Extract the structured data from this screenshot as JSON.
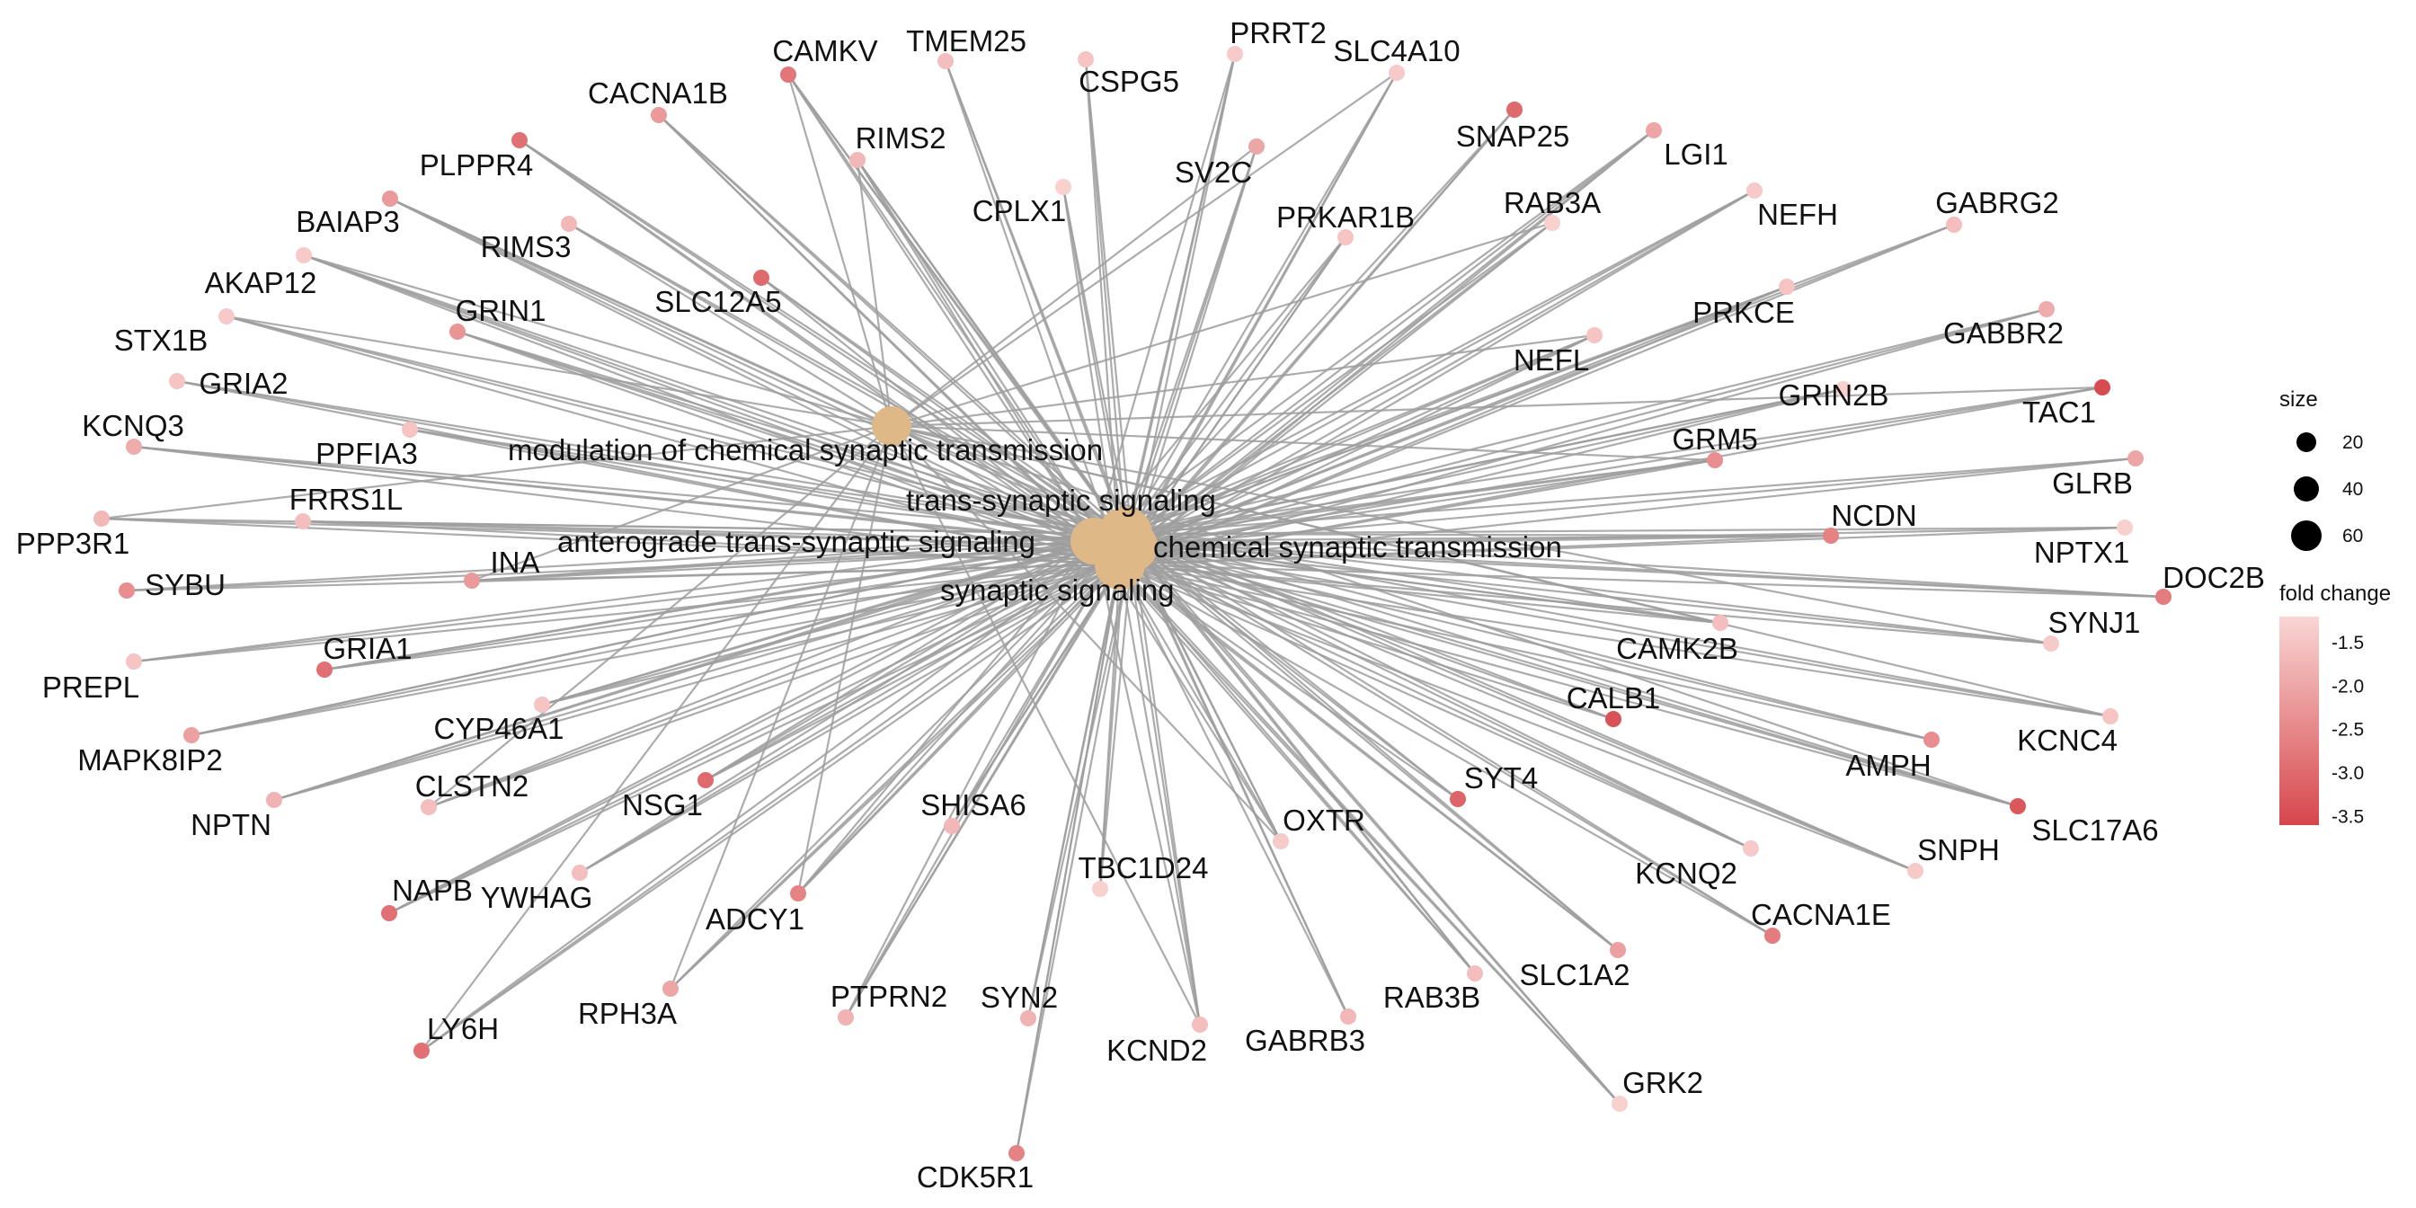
{
  "colors": {
    "edge": "#9e9e9e",
    "term_node": "#deb887",
    "fold_low": "#d6464b",
    "fold_high": "#f9d6d4"
  },
  "terms": [
    {
      "id": "mod",
      "label": "modulation of chemical synaptic transmission",
      "size": 20
    },
    {
      "id": "trans",
      "label": "trans-synaptic signaling",
      "size": 56
    },
    {
      "id": "antero",
      "label": "anterograde trans-synaptic signaling",
      "size": 48
    },
    {
      "id": "chem",
      "label": "chemical synaptic transmission",
      "size": 58
    },
    {
      "id": "syn",
      "label": "synaptic signaling",
      "size": 60
    }
  ],
  "genes": [
    {
      "label": "CAMKV",
      "fc": -2.8
    },
    {
      "label": "TMEM25",
      "fc": -1.6
    },
    {
      "label": "PRRT2",
      "fc": -1.4
    },
    {
      "label": "SLC4A10",
      "fc": -1.4
    },
    {
      "label": "CACNA1B",
      "fc": -2.2
    },
    {
      "label": "CSPG5",
      "fc": -1.5
    },
    {
      "label": "RIMS2",
      "fc": -1.7
    },
    {
      "label": "SNAP25",
      "fc": -3.0
    },
    {
      "label": "LGI1",
      "fc": -2.0
    },
    {
      "label": "SV2C",
      "fc": -2.0
    },
    {
      "label": "PLPPR4",
      "fc": -2.9
    },
    {
      "label": "CPLX1",
      "fc": -1.3
    },
    {
      "label": "BAIAP3",
      "fc": -2.2
    },
    {
      "label": "RIMS3",
      "fc": -1.7
    },
    {
      "label": "PRKAR1B",
      "fc": -1.5
    },
    {
      "label": "RAB3A",
      "fc": -1.3
    },
    {
      "label": "NEFH",
      "fc": -1.4
    },
    {
      "label": "GABRG2",
      "fc": -1.6
    },
    {
      "label": "AKAP12",
      "fc": -1.4
    },
    {
      "label": "SLC12A5",
      "fc": -3.0
    },
    {
      "label": "GRIN1",
      "fc": -2.3
    },
    {
      "label": "STX1B",
      "fc": -1.4
    },
    {
      "label": "PRKCE",
      "fc": -1.5
    },
    {
      "label": "GABBR2",
      "fc": -1.9
    },
    {
      "label": "NEFL",
      "fc": -1.5
    },
    {
      "label": "GRIA2",
      "fc": -1.5
    },
    {
      "label": "GRIN2B",
      "fc": -1.3
    },
    {
      "label": "TAC1",
      "fc": -3.5
    },
    {
      "label": "KCNQ3",
      "fc": -1.9
    },
    {
      "label": "PPFIA3",
      "fc": -1.5
    },
    {
      "label": "GRM5",
      "fc": -2.4
    },
    {
      "label": "GLRB",
      "fc": -2.0
    },
    {
      "label": "FRRS1L",
      "fc": -1.6
    },
    {
      "label": "PPP3R1",
      "fc": -1.7
    },
    {
      "label": "NCDN",
      "fc": -2.6
    },
    {
      "label": "NPTX1",
      "fc": -1.3
    },
    {
      "label": "INA",
      "fc": -2.2
    },
    {
      "label": "SYBU",
      "fc": -2.4
    },
    {
      "label": "DOC2B",
      "fc": -2.7
    },
    {
      "label": "SYNJ1",
      "fc": -1.4
    },
    {
      "label": "GRIA1",
      "fc": -2.9
    },
    {
      "label": "PREPL",
      "fc": -1.5
    },
    {
      "label": "CAMK2B",
      "fc": -1.6
    },
    {
      "label": "CALB1",
      "fc": -3.4
    },
    {
      "label": "CYP46A1",
      "fc": -1.5
    },
    {
      "label": "KCNC4",
      "fc": -1.5
    },
    {
      "label": "MAPK8IP2",
      "fc": -2.1
    },
    {
      "label": "AMPH",
      "fc": -2.4
    },
    {
      "label": "SLC17A6",
      "fc": -3.3
    },
    {
      "label": "SYT4",
      "fc": -3.1
    },
    {
      "label": "NPTN",
      "fc": -1.8
    },
    {
      "label": "CLSTN2",
      "fc": -1.6
    },
    {
      "label": "NSG1",
      "fc": -3.0
    },
    {
      "label": "SHISA6",
      "fc": -1.7
    },
    {
      "label": "OXTR",
      "fc": -1.4
    },
    {
      "label": "TBC1D24",
      "fc": -1.3
    },
    {
      "label": "KCNQ2",
      "fc": -1.4
    },
    {
      "label": "SNPH",
      "fc": -1.4
    },
    {
      "label": "NAPB",
      "fc": -2.9
    },
    {
      "label": "YWHAG",
      "fc": -1.6
    },
    {
      "label": "ADCY1",
      "fc": -2.6
    },
    {
      "label": "CACNA1E",
      "fc": -2.7
    },
    {
      "label": "SLC1A2",
      "fc": -2.1
    },
    {
      "label": "RPH3A",
      "fc": -2.0
    },
    {
      "label": "PTPRN2",
      "fc": -1.8
    },
    {
      "label": "SYN2",
      "fc": -1.8
    },
    {
      "label": "KCND2",
      "fc": -1.6
    },
    {
      "label": "GABRB3",
      "fc": -1.7
    },
    {
      "label": "RAB3B",
      "fc": -1.6
    },
    {
      "label": "LY6H",
      "fc": -2.9
    },
    {
      "label": "GRK2",
      "fc": -1.3
    },
    {
      "label": "CDK5R1",
      "fc": -2.6
    }
  ],
  "legend": {
    "size_title": "size",
    "size_ticks": [
      20,
      40,
      60
    ],
    "color_title": "fold change",
    "color_ticks": [
      "-1.5",
      "-2.0",
      "-2.5",
      "-3.0",
      "-3.5"
    ],
    "color_range": [
      -3.6,
      -1.2
    ]
  }
}
